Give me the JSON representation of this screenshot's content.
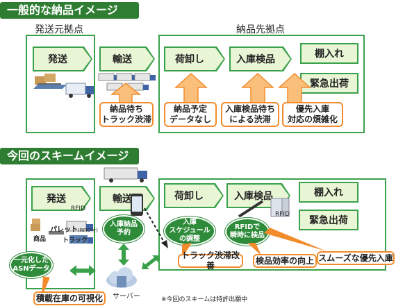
{
  "top": {
    "title": "一般的な納品イメージ",
    "origin_label": "発送元拠点",
    "dest_label": "納品先拠点",
    "ship": "発送",
    "transport": "輸送",
    "unload": "荷卸し",
    "inspect": "入庫検品",
    "shelve": "棚入れ",
    "urgent": "緊急出荷",
    "problems": [
      "納品待ち\nトラック渋滞",
      "納品予定\nデータなし",
      "入庫検品待ち\nによる渋滞",
      "優先入庫\n対応の煩雑化"
    ]
  },
  "bottom": {
    "title": "今回のスキームイメージ",
    "ship": "発送",
    "transport": "輸送",
    "unload": "荷卸し",
    "inspect": "入庫検品",
    "shelve": "棚入れ",
    "urgent": "緊急出荷",
    "rfid1": "RFID",
    "pallet": "パレット",
    "pallet_sub": "(RFID付)",
    "goods": "商品",
    "truck": "トラック",
    "asn": "一元化した\nASNデータ",
    "booking": "入庫納品\n予約",
    "schedule": "入庫\nスケジュール\nの調整",
    "rfid_inspect": "RFIDで\n瞬時に検品",
    "rfid2": "RFID",
    "server": "サーバー",
    "benefits": [
      "積載在庫の可視化",
      "トラック渋滞改善",
      "検品効率の向上",
      "スムーズな優先入庫"
    ],
    "note": "※今回のスキームは特許出願中"
  },
  "colors": {
    "green": "#3aa14b",
    "dark_green": "#2e7d32",
    "light_green": "#e9f6d6",
    "orange": "#f28b2b",
    "light_orange": "#fbbf7c"
  }
}
